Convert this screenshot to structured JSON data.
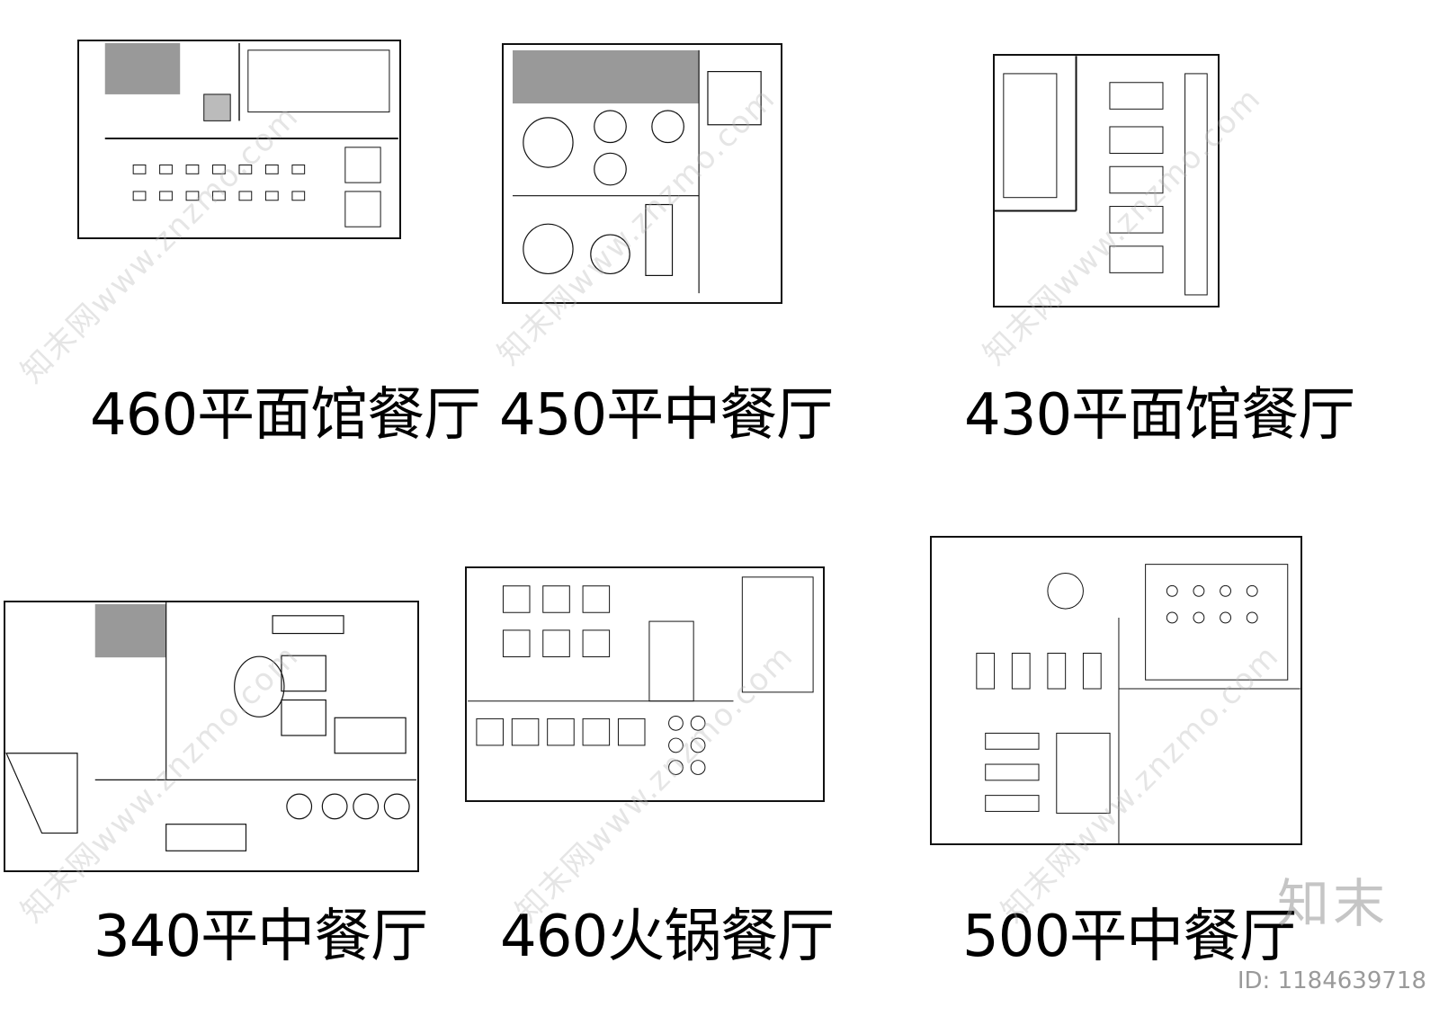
{
  "plans": [
    {
      "caption": "460平面馆餐厅"
    },
    {
      "caption": "450平中餐厅"
    },
    {
      "caption": "430平面馆餐厅"
    },
    {
      "caption": "340平中餐厅"
    },
    {
      "caption": "460火锅餐厅"
    },
    {
      "caption": "500平中餐厅"
    }
  ],
  "watermark": {
    "text": "知末网www.znzmo.com",
    "logo": "知末",
    "image_id": "ID: 1184639718"
  }
}
